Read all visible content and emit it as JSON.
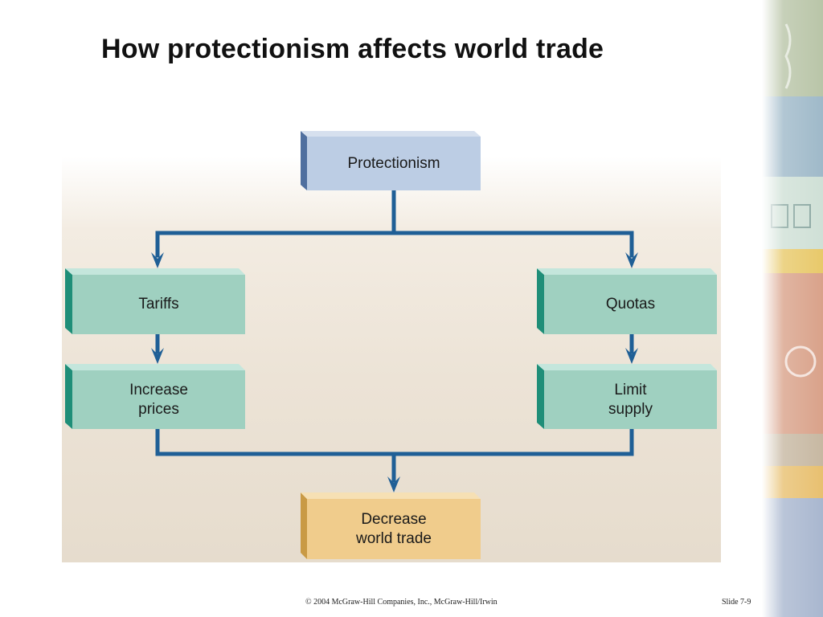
{
  "slide": {
    "title": "How protectionism affects world trade",
    "footer_left": "© 2004 McGraw-Hill Companies, Inc., McGraw-Hill/Irwin",
    "footer_right": "Slide 7-9"
  },
  "diagram": {
    "nodes": {
      "protectionism": "Protectionism",
      "tariffs": "Tariffs",
      "quotas": "Quotas",
      "increase_prices": "Increase\nprices",
      "limit_supply": "Limit\nsupply",
      "decrease_world_trade": "Decrease\nworld trade"
    },
    "colors": {
      "arrow": "#1f5f96",
      "protectionism_face": "#bccde4",
      "green_face": "#9fd0c0",
      "gold_face": "#f0cc8c"
    }
  }
}
